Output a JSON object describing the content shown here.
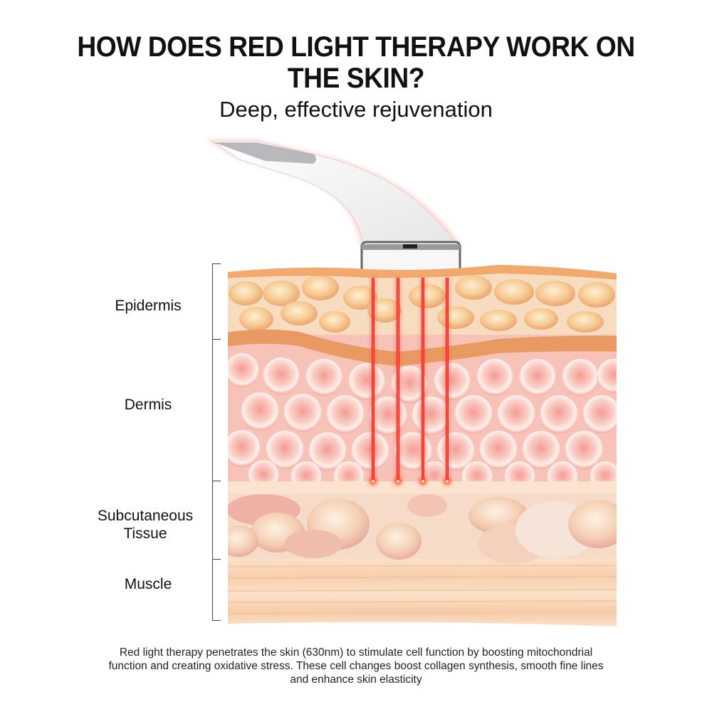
{
  "header": {
    "title_line1": "HOW DOES RED LIGHT THERAPY WORK ON",
    "title_line2": "THE SKIN?",
    "subtitle": "Deep, effective rejuvenation"
  },
  "layers": [
    {
      "name": "Epidermis"
    },
    {
      "name": "Dermis"
    },
    {
      "name": "Subcutaneous",
      "name_line2": "Tissue"
    },
    {
      "name": "Muscle"
    }
  ],
  "device": {
    "name": "red-light-therapy-wand",
    "beam_count": 4,
    "beam_color": "#ff1a1a"
  },
  "colors": {
    "epidermis_band": "#f0a56a",
    "epidermis_fill": "#f8d9b8",
    "dermis_fill": "#f6b8ae",
    "subcutaneous_fill": "#f6dcc6",
    "muscle_fill": "#f9d4b4"
  },
  "caption": {
    "line1": "Red light therapy penetrates the skin (630nm) to stimulate cell function by boosting mitochondrial",
    "line2": "function and creating oxidative stress. These cell changes boost collagen synthesis, smooth fine lines",
    "line3": "and enhance skin elasticity"
  }
}
